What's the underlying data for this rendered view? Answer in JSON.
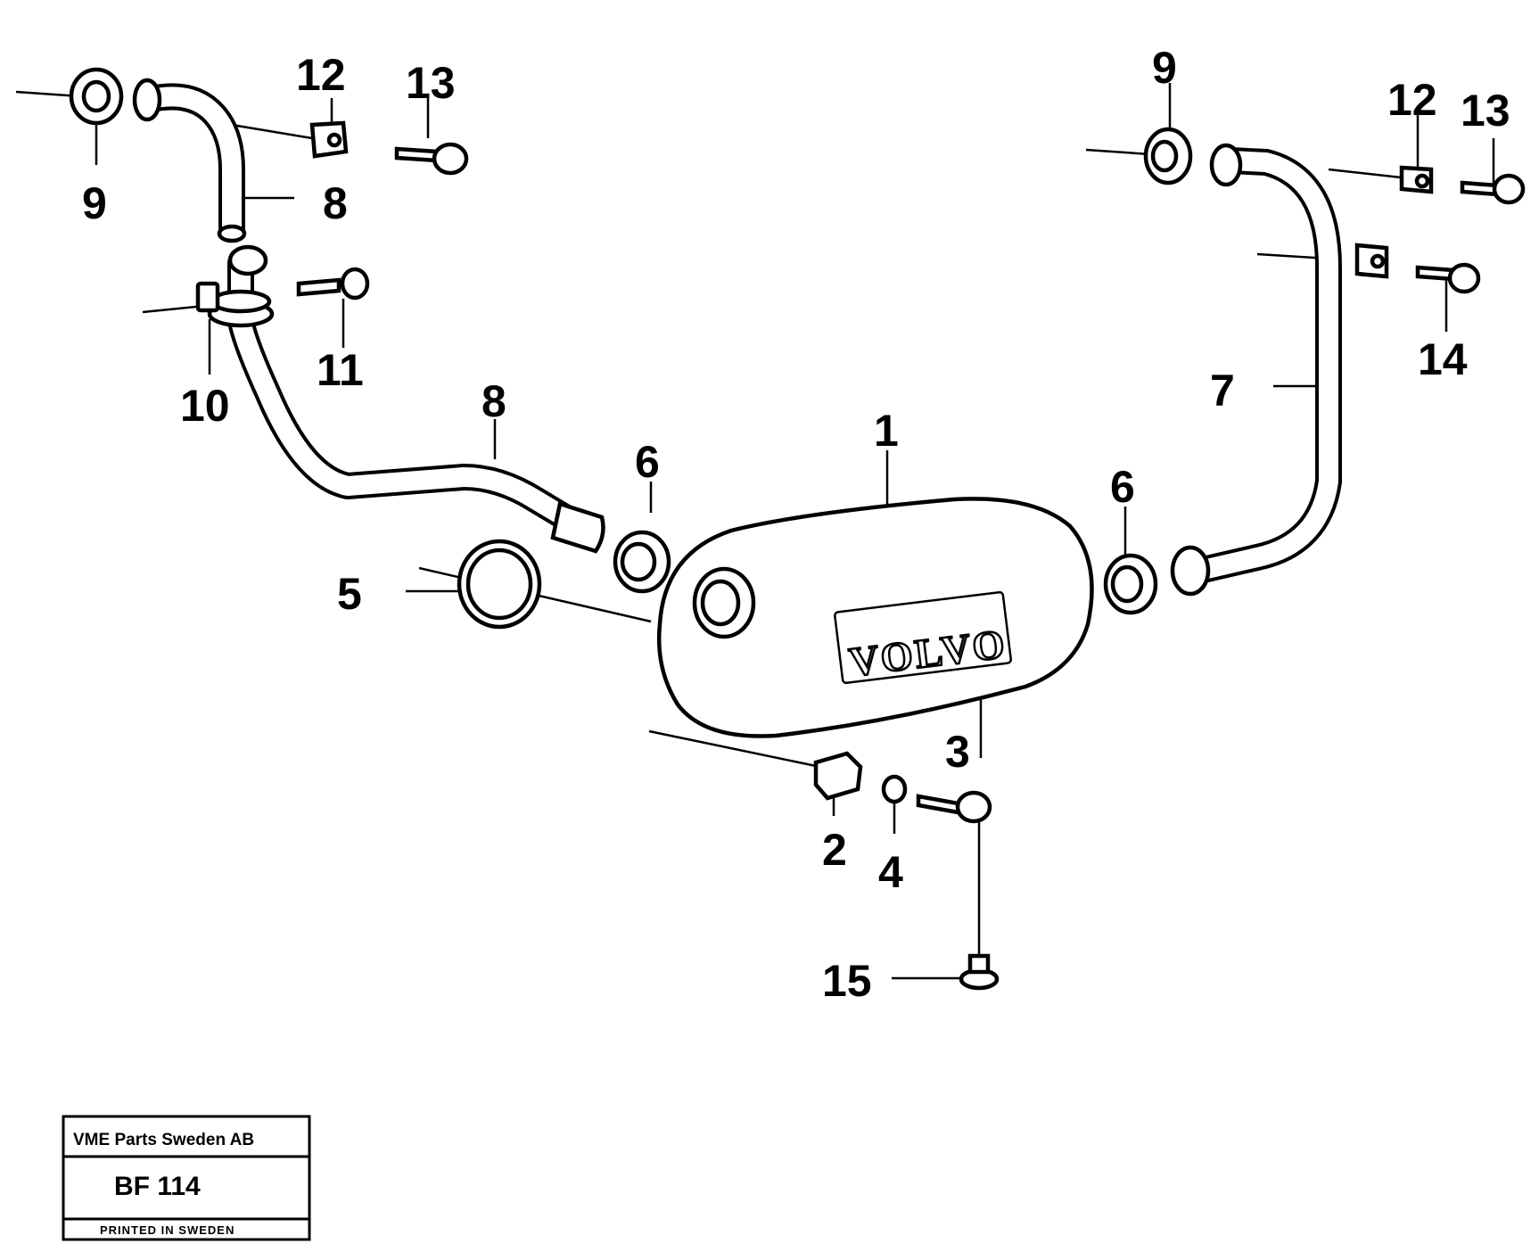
{
  "diagram": {
    "callouts": {
      "c1": "1",
      "c2": "2",
      "c3": "3",
      "c4": "4",
      "c5": "5",
      "c6_left": "6",
      "c6_right": "6",
      "c7": "7",
      "c8_top": "8",
      "c8_mid": "8",
      "c9_left": "9",
      "c9_right": "9",
      "c10": "10",
      "c11": "11",
      "c12_left": "12",
      "c12_right": "12",
      "c13_left": "13",
      "c13_right": "13",
      "c14": "14",
      "c15": "15"
    },
    "logo_text": "VOLVO"
  },
  "stamp": {
    "company": "VME Parts Sweden AB",
    "code": "BF 114",
    "printed": "PRINTED IN SWEDEN"
  }
}
